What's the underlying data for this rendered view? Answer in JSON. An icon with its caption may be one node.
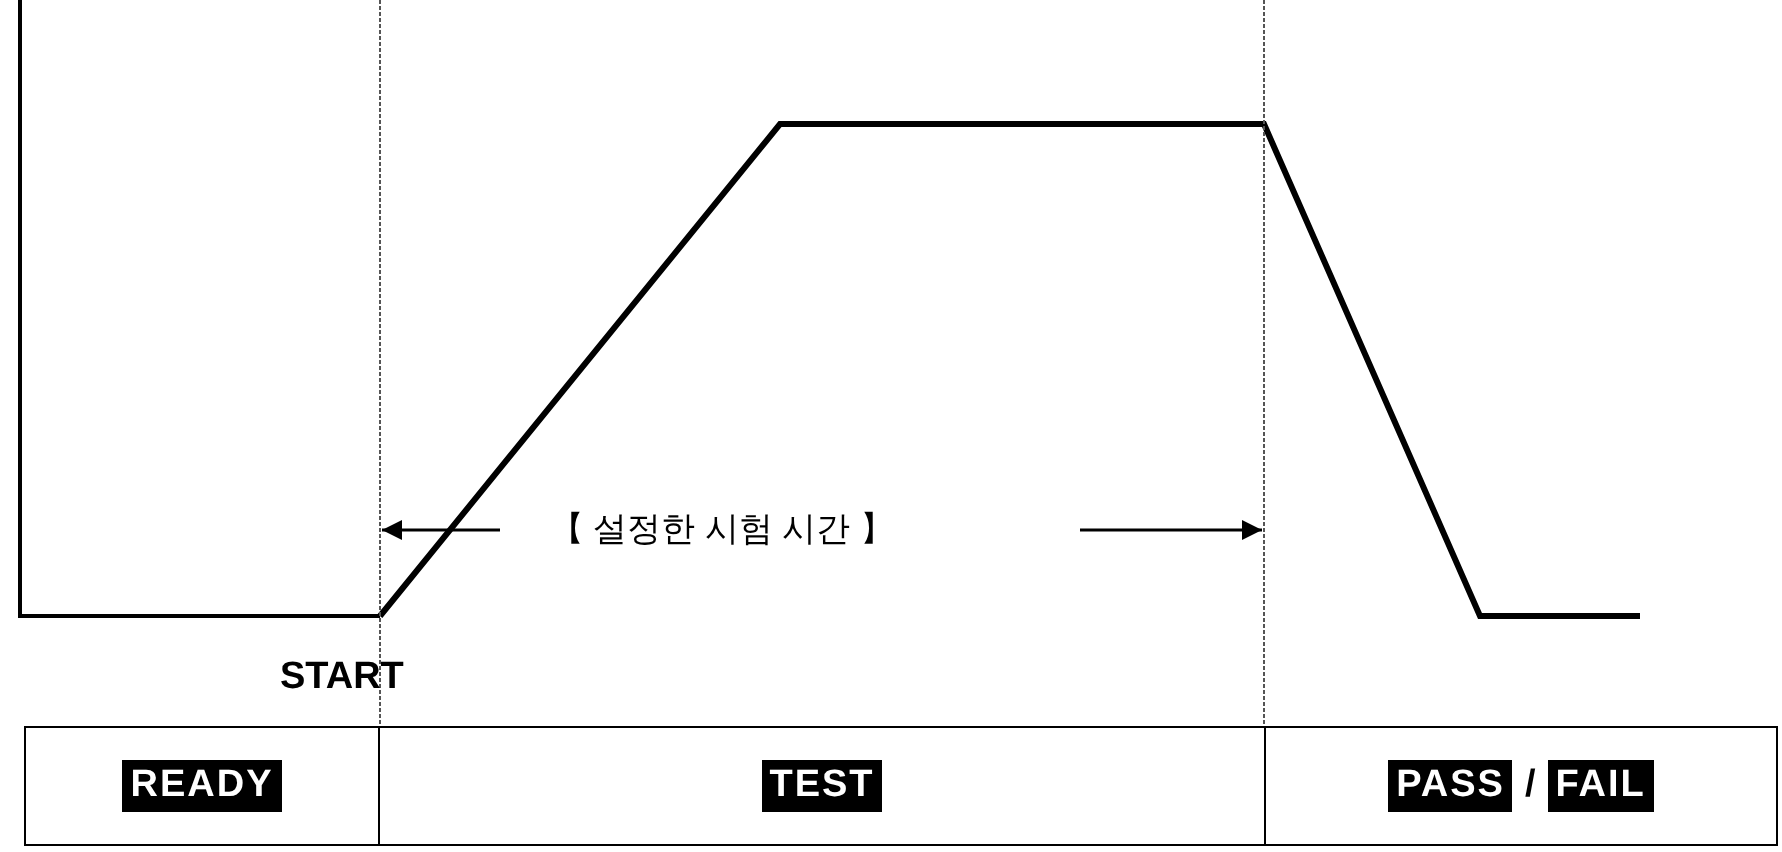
{
  "diagram": {
    "nodes": [
      {
        "text": [
          "READY"
        ]
      },
      {
        "text": [
          "TEST"
        ]
      },
      {
        "text": [
          "PASS",
          "/",
          "FAIL"
        ]
      }
    ],
    "labels": [
      "【 설정한 시험 시간 】",
      "START"
    ]
  }
}
